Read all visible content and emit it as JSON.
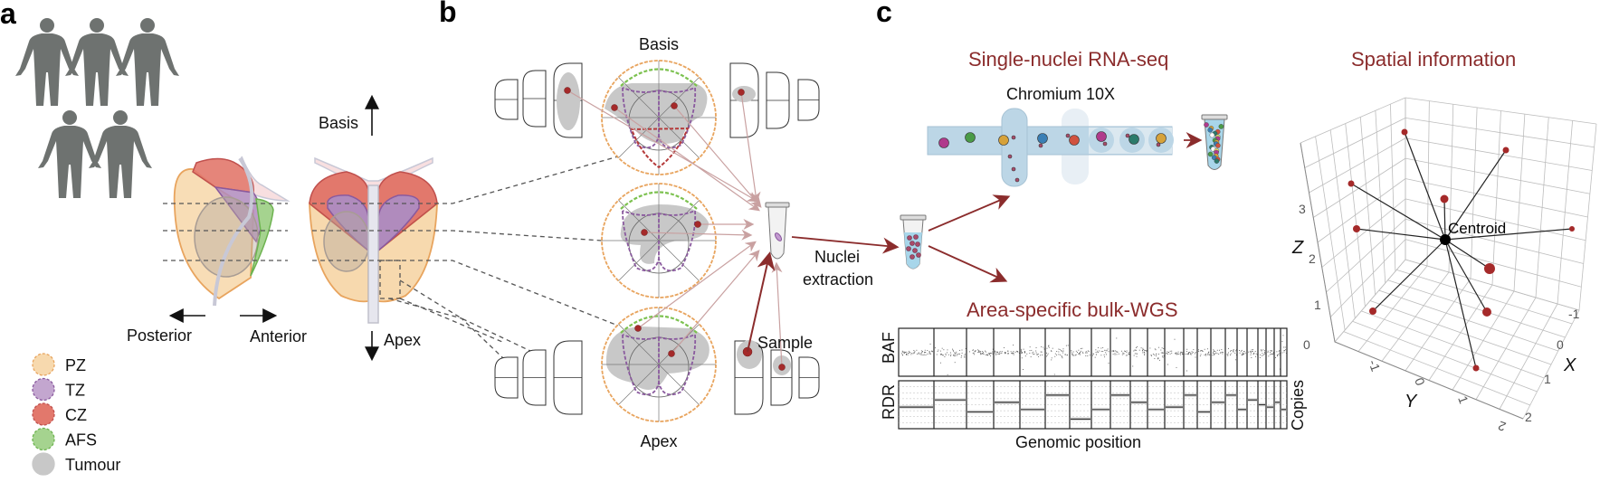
{
  "panels": {
    "a": "a",
    "b": "b",
    "c": "c"
  },
  "panel_a": {
    "basis_label": "Basis",
    "apex_label": "Apex",
    "posterior_label": "Posterior",
    "anterior_label": "Anterior",
    "legend": [
      {
        "label": "PZ",
        "color": "#f7d9ae",
        "stroke": "#e8a45e"
      },
      {
        "label": "TZ",
        "color": "#c3a6cf",
        "stroke": "#8a5a9e"
      },
      {
        "label": "CZ",
        "color": "#e2786c",
        "stroke": "#c0504d"
      },
      {
        "label": "AFS",
        "color": "#a5d38f",
        "stroke": "#6db350"
      },
      {
        "label": "Tumour",
        "color": "#c8c8c8",
        "stroke": "#c8c8c8"
      }
    ]
  },
  "panel_b": {
    "basis_label": "Basis",
    "apex_label": "Apex",
    "sample_label": "Sample",
    "nuclei_label_line1": "Nuclei",
    "nuclei_label_line2": "extraction"
  },
  "panel_c": {
    "snrna_title": "Single-nuclei RNA-seq",
    "chromium_label": "Chromium 10X",
    "wgs_title": "Area-specific bulk-WGS",
    "baf_label": "BAF",
    "rdr_label": "RDR",
    "copies_label": "Copies",
    "genomic_label": "Genomic position",
    "spatial_title": "Spatial information",
    "centroid_label": "Centroid",
    "axes": {
      "x_label": "X",
      "y_label": "Y",
      "z_label": "Z",
      "z_ticks": [
        "0",
        "1",
        "2",
        "3"
      ],
      "x_ticks": [
        "-1",
        "0",
        "1",
        "2"
      ],
      "y_ticks": [
        "-1",
        "0",
        "1",
        "2"
      ]
    }
  },
  "colors": {
    "title_red": "#8b2c2c",
    "sample_dot": "#a52a2a",
    "tumour": "#c8c8c8",
    "arrow_pink": "#c9a1a1"
  }
}
